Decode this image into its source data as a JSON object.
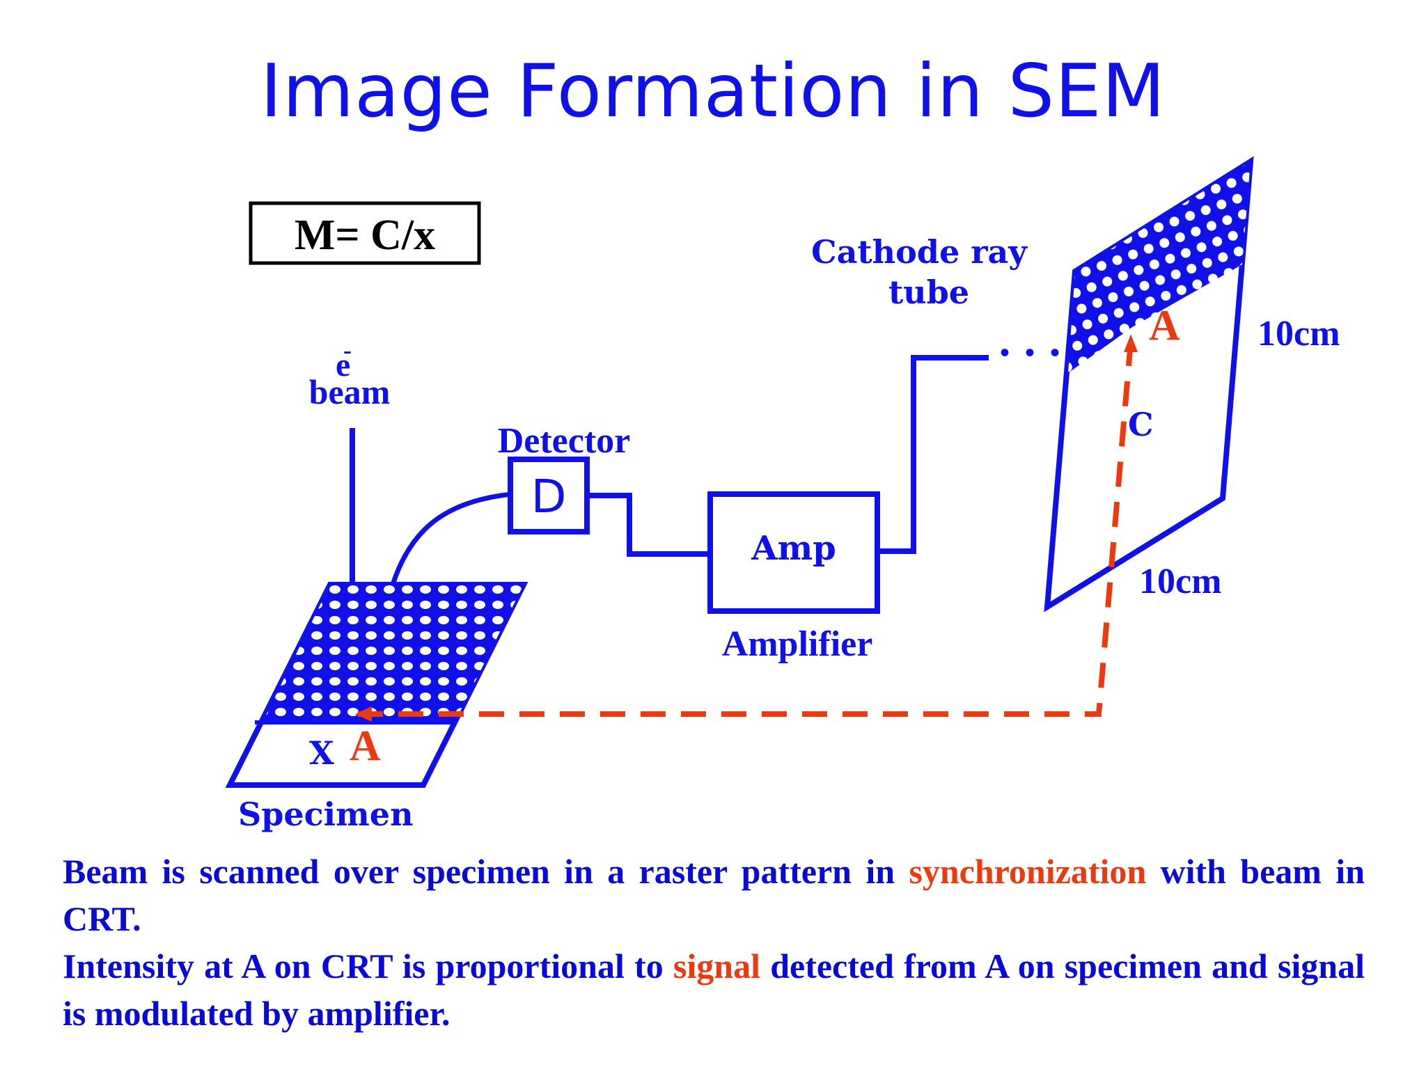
{
  "title": "Image Formation in SEM",
  "formula": "M= C/x",
  "labels": {
    "e": "e",
    "e_sup": "-",
    "beam": "beam",
    "detector": "Detector",
    "detector_letter": "D",
    "amp": "Amp",
    "amplifier": "Amplifier",
    "crt_line1": "Cathode ray",
    "crt_line2": "tube",
    "crt_point": "A",
    "c": "C",
    "side_10cm": "10cm",
    "bottom_10cm": "10cm",
    "x": "X",
    "specimen_point": "A",
    "specimen": "Specimen",
    "dots": "• • •"
  },
  "caption": {
    "line1_pre": "Beam is scanned over specimen in a raster pattern in ",
    "line1_highlight": "synchronization",
    "line1_post": " with beam in CRT.",
    "line2_pre": "Intensity at A on CRT is proportional to ",
    "line2_highlight": "signal",
    "line2_post": " detected from A on specimen and signal is modulated by amplifier."
  },
  "colors": {
    "blue": "#1010e8",
    "red": "#ec3a10",
    "black": "#000000"
  }
}
